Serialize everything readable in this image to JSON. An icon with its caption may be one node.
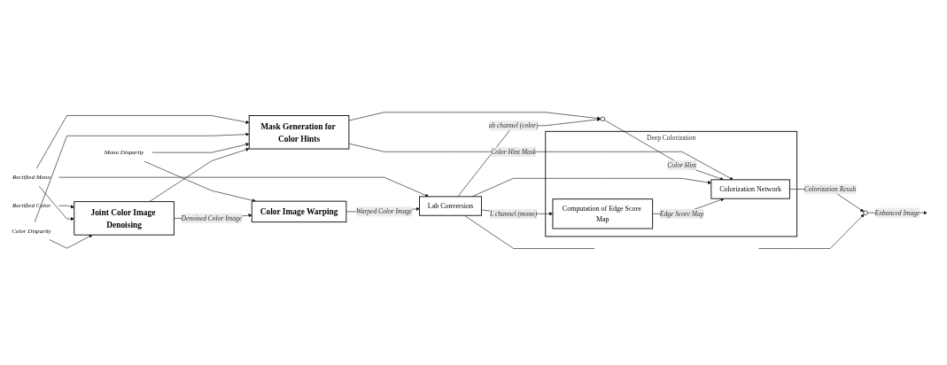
{
  "diagram": {
    "nodes": [
      {
        "text": [
          "Rectified Color"
        ]
      },
      {
        "text": [
          "Rectified Mono"
        ]
      },
      {
        "text": [
          "Color Disparity"
        ]
      },
      {
        "text": [
          "Mono Disparity"
        ]
      },
      {
        "text": [
          "Joint Color Image Denoising"
        ]
      },
      {
        "text": [
          "Color Image Warping"
        ]
      },
      {
        "text": [
          "Mask Generation for Color Hints"
        ]
      },
      {
        "text": [
          "Lab Conversion"
        ]
      },
      {
        "text": [
          "Deep Colorization"
        ]
      },
      {
        "text": [
          "Colorization Network"
        ],
        "in": 8
      },
      {
        "text": [
          "Computation of Edge Score Map"
        ],
        "in": 8
      },
      {
        "text": [],
        "shape": "circle"
      },
      {
        "text": [],
        "shape": "circle"
      }
    ],
    "edges": [
      {
        "from": 0,
        "to": 4,
        "arrow": "to"
      },
      {
        "from": 1,
        "to": 4,
        "arrow": "to"
      },
      {
        "from": 1,
        "to": 6,
        "arrow": "to"
      },
      {
        "from": 1,
        "to": 7,
        "arrow": "to"
      },
      {
        "from": 2,
        "to": 4,
        "arrow": "to"
      },
      {
        "from": 2,
        "to": 6,
        "arrow": "to"
      },
      {
        "from": 3,
        "to": 6,
        "arrow": "to"
      },
      {
        "from": 3,
        "to": 5,
        "arrow": "to"
      },
      {
        "from": 4,
        "to": 5,
        "label": "Denoised Color Image",
        "arrow": "to"
      },
      {
        "from": 4,
        "to": 6,
        "arrow": "to"
      },
      {
        "from": 5,
        "to": 7,
        "label": "Warped Color Image",
        "arrow": "to"
      },
      {
        "from": 6,
        "to": 9,
        "label": "Color Hint Mask",
        "arrow": "to"
      },
      {
        "from": 6,
        "to": 11,
        "arrow": "to"
      },
      {
        "from": 7,
        "to": 11,
        "label": "ab channel (color)",
        "arrow": "to"
      },
      {
        "from": 11,
        "to": 9,
        "label": "Color Hint",
        "arrow": "to"
      },
      {
        "from": 7,
        "to": 10,
        "label": "L channel (mono)",
        "arrow": "to"
      },
      {
        "from": 7,
        "to": 9,
        "arrow": "to"
      },
      {
        "from": 7,
        "to": null,
        "arrow": "none"
      },
      {
        "from": 10,
        "to": 9,
        "label": "Edge Score Map",
        "arrow": "to"
      },
      {
        "from": 9,
        "to": 12,
        "label": "Colorization Result",
        "arrow": "to"
      },
      {
        "from": null,
        "to": 12,
        "arrow": "to"
      },
      {
        "from": 12,
        "to": null,
        "label": "Enhanced Image",
        "arrow": "to"
      }
    ]
  }
}
